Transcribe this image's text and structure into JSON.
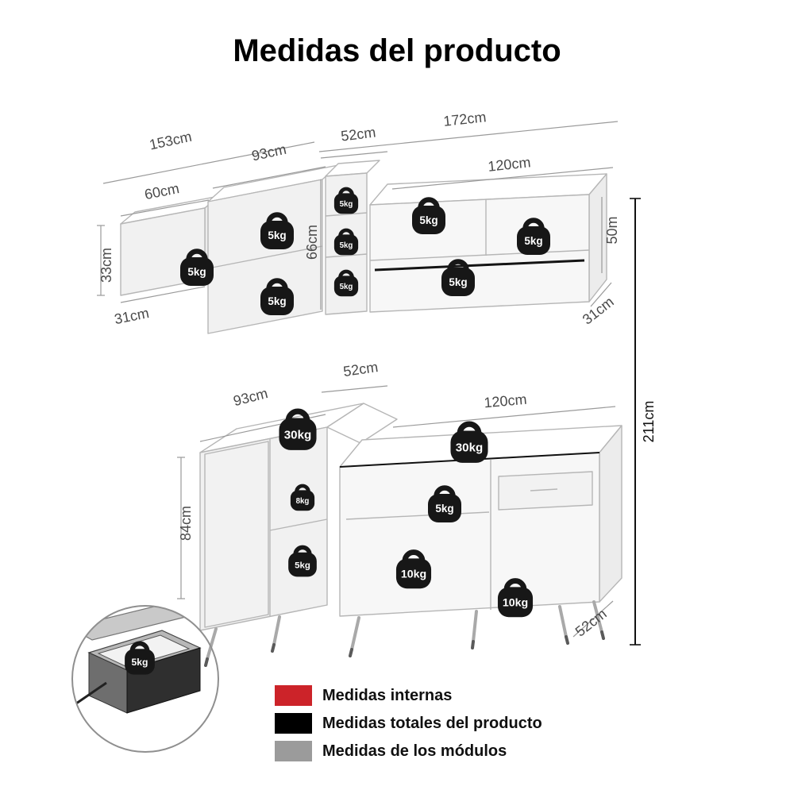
{
  "title": "Medidas del producto",
  "dims": {
    "upper_total_left": "153cm",
    "upper_mid": "93cm",
    "upper_corner": "52cm",
    "upper_total_right": "172cm",
    "upper_right": "120cm",
    "upper_left_width": "60cm",
    "upper_left_height": "33cm",
    "upper_left_depth": "31cm",
    "upper_column_height": "66cm",
    "upper_right_height": "50m",
    "upper_right_depth": "31cm",
    "total_height": "211cm",
    "lower_corner": "52cm",
    "lower_left": "93cm",
    "lower_right": "120cm",
    "lower_height": "84cm",
    "lower_depth": "52cm"
  },
  "weights": {
    "upper": [
      "5kg",
      "5kg",
      "5kg",
      "5kg",
      "5kg",
      "5kg",
      "5kg",
      "5kg",
      "5kg"
    ],
    "lower": [
      "30kg",
      "30kg",
      "8kg",
      "5kg",
      "5kg",
      "10kg",
      "10kg"
    ],
    "inset": [
      "5kg"
    ]
  },
  "legend": {
    "items": [
      {
        "label": "Medidas internas",
        "color": "#cc2329"
      },
      {
        "label": "Medidas totales del producto",
        "color": "#000000"
      },
      {
        "label": "Medidas de los módulos",
        "color": "#9b9b9b"
      }
    ]
  }
}
